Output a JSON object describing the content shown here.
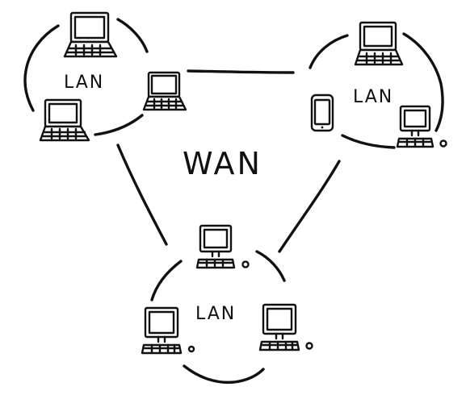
{
  "diagram": {
    "wan_label": "WAN",
    "lan_groups": [
      {
        "id": "top-left",
        "label": "LAN",
        "devices": [
          "laptop",
          "laptop",
          "laptop"
        ]
      },
      {
        "id": "top-right",
        "label": "LAN",
        "devices": [
          "laptop",
          "smartphone",
          "desktop"
        ]
      },
      {
        "id": "bottom",
        "label": "LAN",
        "devices": [
          "desktop",
          "desktop",
          "desktop"
        ]
      }
    ],
    "links": [
      {
        "from": "top-left",
        "to": "top-right"
      },
      {
        "from": "top-left",
        "to": "bottom"
      },
      {
        "from": "top-right",
        "to": "bottom"
      }
    ]
  }
}
